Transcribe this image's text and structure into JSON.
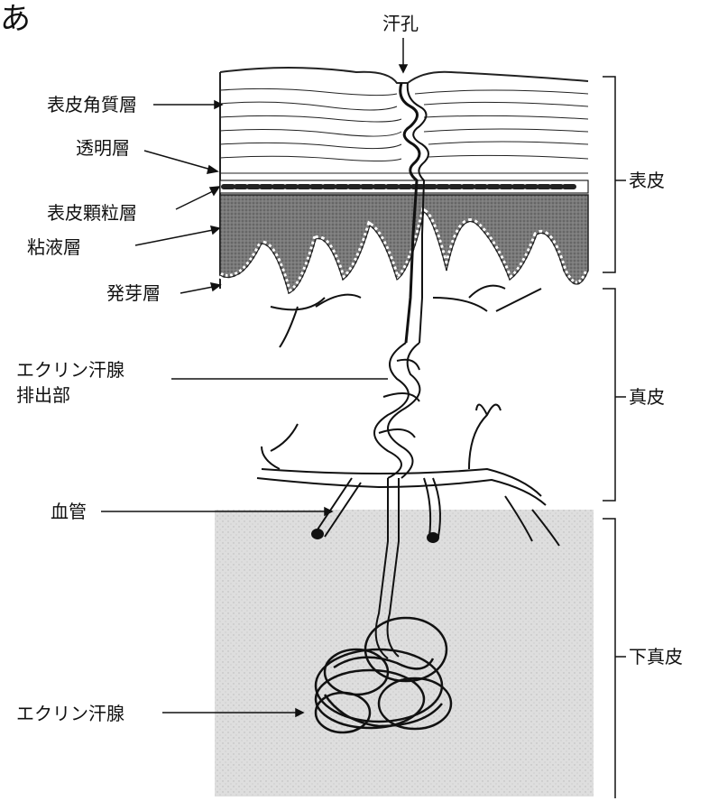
{
  "corner": {
    "top": "あ",
    "bottom": ""
  },
  "title_top": "汗孔",
  "labels": {
    "stratum_corneum": "表皮角質層",
    "stratum_lucidum": "透明層",
    "stratum_granulosum": "表皮顆粒層",
    "mucous_layer": "粘液層",
    "germinative_layer": "発芽層",
    "eccrine_duct_line1": "エクリン汗腺",
    "eccrine_duct_line2": "排出部",
    "blood_vessel": "血管",
    "eccrine_gland": "エクリン汗腺"
  },
  "sections": {
    "epidermis": "表皮",
    "dermis": "真皮",
    "hypodermis": "下真皮"
  },
  "colors": {
    "ink": "#111111",
    "dermis_shade": "#6b6b6b",
    "hypodermis_shade": "#dcdcdc",
    "corner_red": "#e02020"
  }
}
